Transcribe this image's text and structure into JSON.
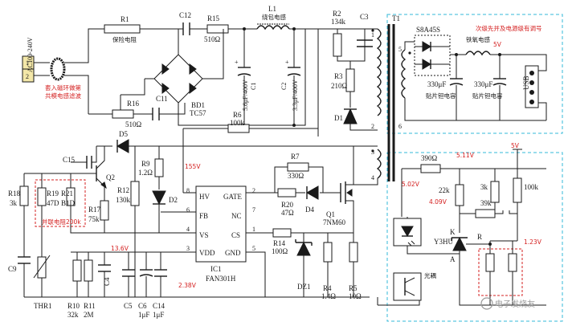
{
  "input": {
    "label": "AC100-240V",
    "pin1": "1",
    "pin2": "2",
    "note_line1": "套入磁环做第",
    "note_line2": "共模电感滤波"
  },
  "resistors": {
    "r1": {
      "name": "R1",
      "value": "保险电阻"
    },
    "r15": {
      "name": "R15",
      "value": "510Ω"
    },
    "r16": {
      "name": "R16",
      "value": "510Ω"
    },
    "r2": {
      "name": "R2",
      "value": "134k"
    },
    "r3": {
      "name": "R3",
      "value": "210Ω"
    },
    "r6": {
      "name": "R6",
      "value": "100k"
    },
    "r7": {
      "name": "R7",
      "value": "330Ω"
    },
    "r9": {
      "name": "R9",
      "value": "1.2Ω"
    },
    "r12": {
      "name": "R12",
      "value": "130k"
    },
    "r14": {
      "name": "R14",
      "value": "100Ω"
    },
    "r17": {
      "name": "R17",
      "value": "75k"
    },
    "r18": {
      "name": "R18",
      "value": "3k"
    },
    "r19": {
      "name": "R19",
      "value": "47D"
    },
    "r21": {
      "name": "R21",
      "value": "B1D"
    },
    "r20": {
      "name": "R20",
      "value": "47Ω"
    },
    "r4": {
      "name": "R4",
      "value": "1.4Ω"
    },
    "r5": {
      "name": "R5",
      "value": "10Ω"
    },
    "r10": {
      "name": "R10",
      "value": "32k"
    },
    "r11": {
      "name": "R11",
      "value": "2M"
    },
    "r390": {
      "value": "390Ω"
    },
    "r22k": {
      "value": "22k"
    },
    "r3k": {
      "value": "3k"
    },
    "r100k": {
      "value": "100k"
    },
    "r39k": {
      "value": "39k"
    },
    "rr": {
      "value": "R"
    }
  },
  "capacitors": {
    "c12": "C12",
    "c11": "C11",
    "c3": "C3",
    "c1": {
      "name": "C1",
      "value": "5.6μF/400V"
    },
    "c2": {
      "name": "C2",
      "value": "3.3μF/400V"
    },
    "c15": "C15",
    "c9": "C9",
    "c4": "C4",
    "c5": "C5",
    "c6": {
      "name": "C6",
      "value": "1μF"
    },
    "c14": {
      "name": "C14",
      "value": "1μF"
    },
    "c_out1": "330μF",
    "c_out2": "330μF",
    "c_out1_note": "贴片钽电容",
    "c_out2_note": "贴片钽电容"
  },
  "inductors": {
    "l1": "L1",
    "l1_note": "绕包电感",
    "l2_note": "铁氧电感"
  },
  "bridge": {
    "name": "BD1",
    "model": "TC57"
  },
  "transformer": {
    "name": "T1",
    "pins": [
      "1",
      "2",
      "3",
      "4",
      "5",
      "6"
    ]
  },
  "diodes": {
    "d1": "D1",
    "d2": "D2",
    "d4": "D4",
    "d5": "D5",
    "dz1": "DZ1",
    "rect": "S8A45S"
  },
  "transistors": {
    "q1": {
      "name": "Q1",
      "model": "7NM60"
    },
    "q2": "Q2"
  },
  "thermistor": "THR1",
  "ic": {
    "name": "IC1",
    "model": "FAN301H",
    "pins_left": [
      {
        "num": "8",
        "name": "HV"
      },
      {
        "num": "6",
        "name": "FB"
      },
      {
        "num": "4",
        "name": "VS"
      },
      {
        "num": "3",
        "name": "VDD"
      }
    ],
    "pins_right": [
      {
        "num": "2",
        "name": "GATE"
      },
      {
        "num": "7",
        "name": "NC"
      },
      {
        "num": "1",
        "name": "CS"
      },
      {
        "num": "5",
        "name": "GND"
      }
    ]
  },
  "regulator": {
    "model": "Y3HU",
    "k": "K",
    "a": "A",
    "r": "R"
  },
  "opto": {
    "label": "光耦"
  },
  "usb": {
    "label": "USB"
  },
  "voltages": {
    "v155": "155V",
    "v136": "13.6V",
    "v238": "2.38V",
    "v502": "5.02V",
    "v511": "5.11V",
    "v409": "4.09V",
    "v123": "1.23V",
    "v5a": "5V",
    "v5b": "5V"
  },
  "notes": {
    "top_right": "次级先并及电源级有调号",
    "parallel": "并联电阻200k"
  },
  "watermark": "电子发烧友"
}
